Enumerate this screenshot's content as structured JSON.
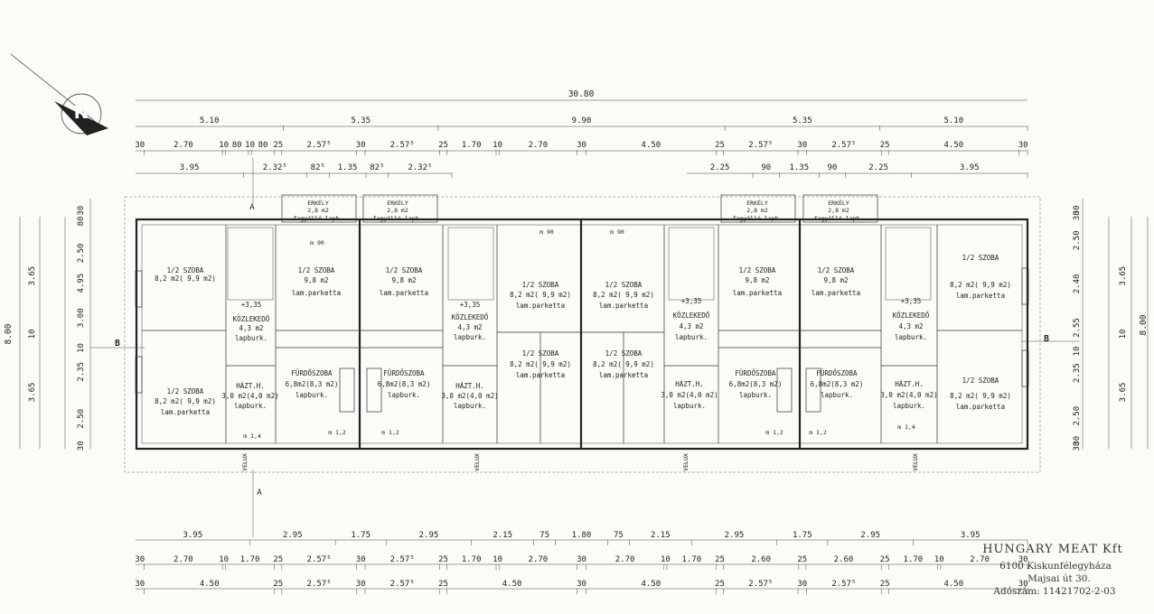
{
  "dims": {
    "overall": "30.80",
    "row2": [
      "5.10",
      "5.35",
      "9.90",
      "5.35",
      "5.10"
    ],
    "row3": [
      "30",
      "2.70",
      "10",
      "80",
      "10",
      "80",
      "25",
      "2.57⁵",
      "30",
      "2.57⁵",
      "25",
      "1.70",
      "10",
      "2.70",
      "30",
      "4.50",
      "25",
      "2.57⁵",
      "30",
      "2.57⁵",
      "25",
      "4.50",
      "30"
    ],
    "row4_left": [
      "3.95",
      "2.32⁵",
      "82⁵",
      "1.35",
      "82⁵",
      "2.32⁵"
    ],
    "row4_right": [
      "2.25",
      "90",
      "1.35",
      "90",
      "2.25",
      "3.95"
    ],
    "bottom1": [
      "3.95",
      "2.95",
      "1.75",
      "2.95",
      "2.15",
      "75",
      "1.80",
      "75",
      "2.15",
      "2.95",
      "1.75",
      "2.95",
      "3.95"
    ],
    "bottom2": [
      "30",
      "2.70",
      "10",
      "1.70",
      "25",
      "2.57⁵",
      "30",
      "2.57⁵",
      "25",
      "1.70",
      "10",
      "2.70",
      "30",
      "2.70",
      "10",
      "1.70",
      "25",
      "2.60",
      "25",
      "2.60",
      "25",
      "1.70",
      "10",
      "2.70",
      "30"
    ],
    "bottom3": [
      "30",
      "4.50",
      "25",
      "2.57⁵",
      "30",
      "2.57⁵",
      "25",
      "4.50",
      "30",
      "4.50",
      "25",
      "2.57⁵",
      "30",
      "2.57⁵",
      "25",
      "4.50",
      "30"
    ],
    "left_outer": "8.00",
    "left_mid": [
      "3.65",
      "10",
      "3.65"
    ],
    "left_inner": [
      "30",
      "80",
      "2.50",
      "4.95",
      "3.00",
      "10",
      "2.35",
      "2.50",
      "30"
    ],
    "right_outer": "8.00",
    "right_mid": [
      "3.65",
      "10",
      "3.65"
    ],
    "right_inner": [
      "30",
      "30",
      "2.50",
      "2.40",
      "2.55",
      "10",
      "2.35",
      "2.50",
      "30",
      "30"
    ]
  },
  "rooms": {
    "szoba_label": "1/2 SZOBA",
    "szoba_area_a": "8,2 m2( 9,9 m2)",
    "szoba_area_b": "9,8 m2",
    "szoba_floor": "lam.parketta",
    "erkely_label": "ERKÉLY",
    "erkely_area": "2,8 m2",
    "erkely_floor": "fagyálló lapb.",
    "kozl_label": "KÖZLEKEDŐ",
    "kozl_area": "4,3 m2",
    "kozl_floor": "lapburk.",
    "furdo_label": "FÜRDŐSZOBA",
    "furdo_area": "6,8m2(8,3 m2)",
    "furdo_floor": "lapburk.",
    "haztart_label": "HÁZT.H.",
    "haztart_area": "3,0 m2(4,0 m2)",
    "haztart_floor": "lapburk.",
    "level": "+3,35",
    "velux": "VELUX",
    "door_m90": "m 90",
    "door_m12": "m 1,2",
    "door_m14": "m 1,4"
  },
  "section_labels": {
    "a": "A",
    "b": "B"
  },
  "company": {
    "name": "HUNGARY MEAT Kft",
    "line1": "6100 Kiskunfélegyháza",
    "line2": "Majsai út 30.",
    "line3": "Adószám: 11421702-2-03"
  }
}
